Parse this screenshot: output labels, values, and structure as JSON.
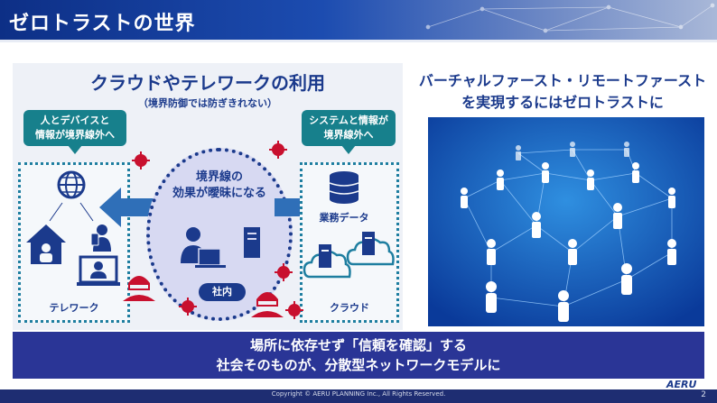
{
  "header": {
    "title": "ゼロトラストの世界"
  },
  "left": {
    "title": "クラウドやテレワークの利用",
    "subtitle": "（境界防御では防ぎきれない）",
    "bubble_left": [
      "人とデバイスと",
      "情報が境界線外へ"
    ],
    "bubble_right": [
      "システムと情報が",
      "境界線外へ"
    ],
    "telework_label": "テレワーク",
    "center_text": [
      "境界線の",
      "効果が曖昧になる"
    ],
    "office_badge": "社内",
    "business_data_label": "業務データ",
    "cloud_label": "クラウド"
  },
  "right": {
    "title": [
      "バーチャルファースト・リモートファースト",
      "を実現するにはゼロトラストに"
    ]
  },
  "banner": {
    "line1": "場所に依存せず「信頼を確認」する",
    "line2": "社会そのものが、分散型ネットワークモデルに"
  },
  "footer": {
    "copyright": "Copyright © AERU PLANNING Inc., All Rights Reserved.",
    "page": "2",
    "logo": "AERU"
  },
  "colors": {
    "accent": "#1b3a8c",
    "teal": "#17808c",
    "banner": "#2a3596",
    "threat": "#c8102e"
  }
}
